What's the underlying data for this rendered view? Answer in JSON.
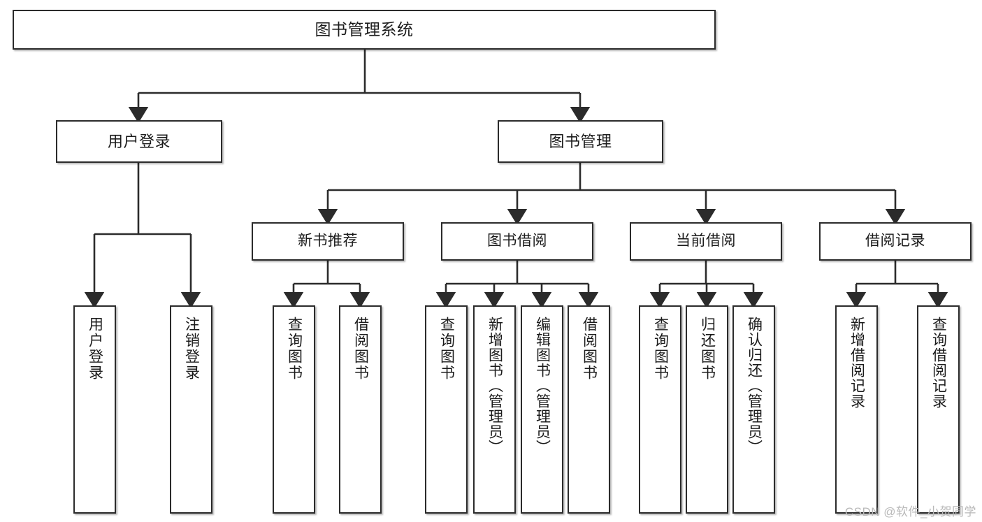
{
  "diagram": {
    "title": "图书管理系统",
    "type": "tree",
    "watermark": "CSDN @软件_小贺同学",
    "colors": {
      "border": "#2b2b2b",
      "fill": "#ffffff",
      "text": "#1b1b1b",
      "watermark": "#b9b9b9",
      "background": "#ffffff"
    },
    "nodes": {
      "root": {
        "label": "图书管理系统"
      },
      "level2": [
        {
          "label": "用户登录"
        },
        {
          "label": "图书管理"
        }
      ],
      "level3": [
        {
          "label": "新书推荐"
        },
        {
          "label": "图书借阅"
        },
        {
          "label": "当前借阅"
        },
        {
          "label": "借阅记录"
        }
      ],
      "leaves": {
        "user_login": [
          {
            "label": "用户登录"
          },
          {
            "label": "注销登录"
          }
        ],
        "new_book_recommend": [
          {
            "label": "查询图书"
          },
          {
            "label": "借阅图书"
          }
        ],
        "book_borrow": [
          {
            "label": "查询图书"
          },
          {
            "label": "新增图书（管理员）"
          },
          {
            "label": "编辑图书（管理员）"
          },
          {
            "label": "借阅图书"
          }
        ],
        "current_borrow": [
          {
            "label": "查询图书"
          },
          {
            "label": "归还图书"
          },
          {
            "label": "确认归还（管理员）"
          }
        ],
        "borrow_record": [
          {
            "label": "新增借阅记录"
          },
          {
            "label": "查询借阅记录"
          }
        ]
      }
    },
    "edges": [
      {
        "from": "图书管理系统",
        "to": "用户登录"
      },
      {
        "from": "图书管理系统",
        "to": "图书管理"
      },
      {
        "from": "用户登录",
        "to": "用户登录"
      },
      {
        "from": "用户登录",
        "to": "注销登录"
      },
      {
        "from": "图书管理",
        "to": "新书推荐"
      },
      {
        "from": "图书管理",
        "to": "图书借阅"
      },
      {
        "from": "图书管理",
        "to": "当前借阅"
      },
      {
        "from": "图书管理",
        "to": "借阅记录"
      },
      {
        "from": "新书推荐",
        "to": "查询图书"
      },
      {
        "from": "新书推荐",
        "to": "借阅图书"
      },
      {
        "from": "图书借阅",
        "to": "查询图书"
      },
      {
        "from": "图书借阅",
        "to": "新增图书（管理员）"
      },
      {
        "from": "图书借阅",
        "to": "编辑图书（管理员）"
      },
      {
        "from": "图书借阅",
        "to": "借阅图书"
      },
      {
        "from": "当前借阅",
        "to": "查询图书"
      },
      {
        "from": "当前借阅",
        "to": "归还图书"
      },
      {
        "from": "当前借阅",
        "to": "确认归还（管理员）"
      },
      {
        "from": "借阅记录",
        "to": "新增借阅记录"
      },
      {
        "from": "借阅记录",
        "to": "查询借阅记录"
      }
    ]
  }
}
